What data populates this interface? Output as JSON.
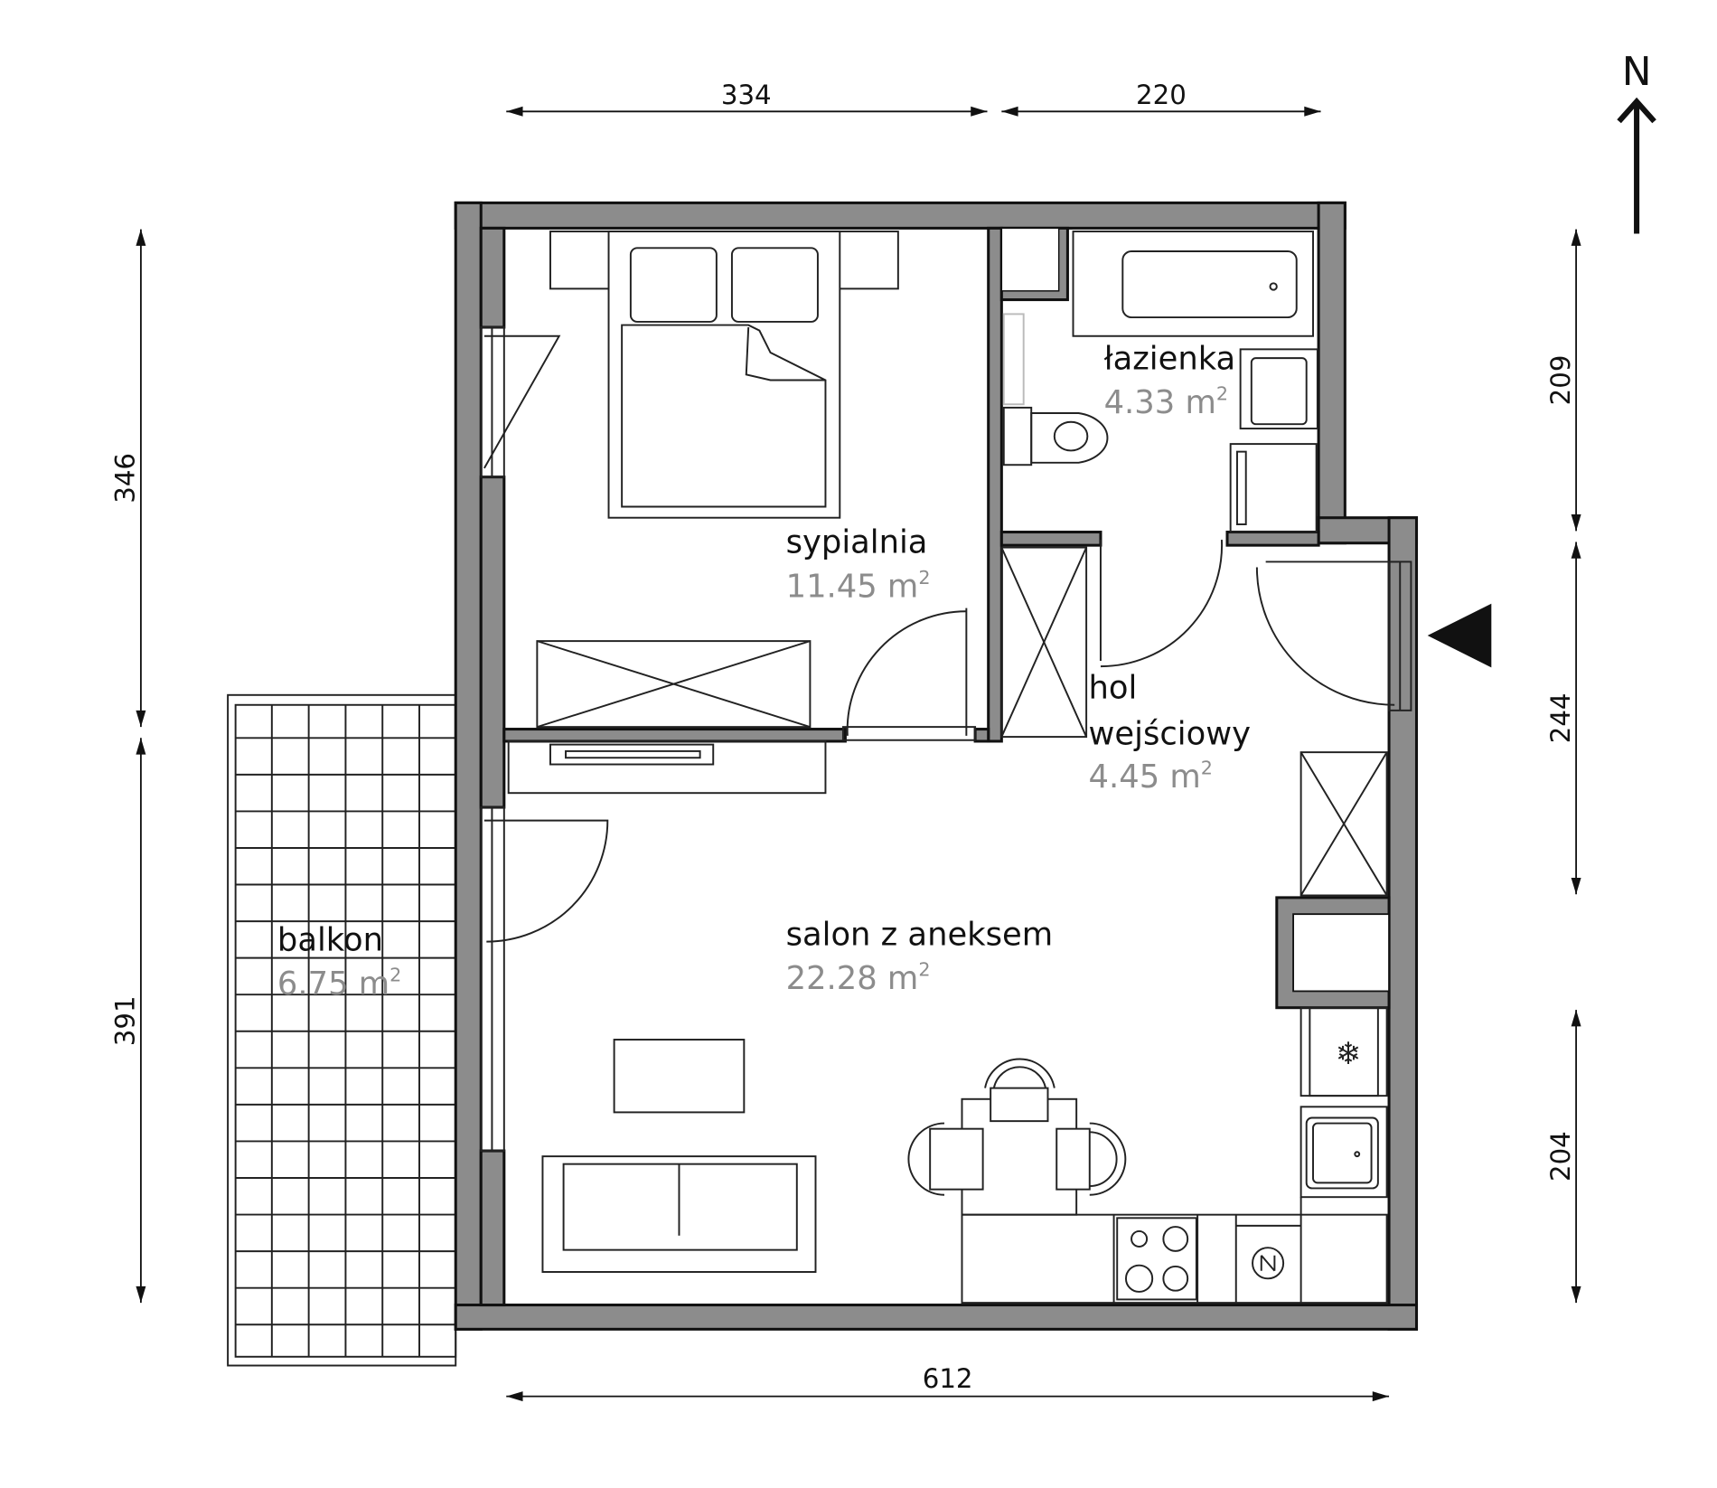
{
  "north_label": "N",
  "dimensions": {
    "top_left": "334",
    "top_right": "220",
    "bottom": "612",
    "left_upper": "346",
    "left_lower": "391",
    "right_1": "209",
    "right_2": "244",
    "right_3": "204"
  },
  "rooms": [
    {
      "name": "łazienka",
      "area": "4.33 m",
      "unit_sup": "2"
    },
    {
      "name": "sypialnia",
      "area": "11.45 m",
      "unit_sup": "2"
    },
    {
      "name_line1": "hol",
      "name_line2": "wejściowy",
      "area": "4.45 m",
      "unit_sup": "2"
    },
    {
      "name": "salon z aneksem",
      "area": "22.28 m",
      "unit_sup": "2"
    },
    {
      "name": "balkon",
      "area": "6.75 m",
      "unit_sup": "2"
    }
  ],
  "colors": {
    "wall": "#8c8c8c",
    "area_text": "#8c8c8c"
  }
}
